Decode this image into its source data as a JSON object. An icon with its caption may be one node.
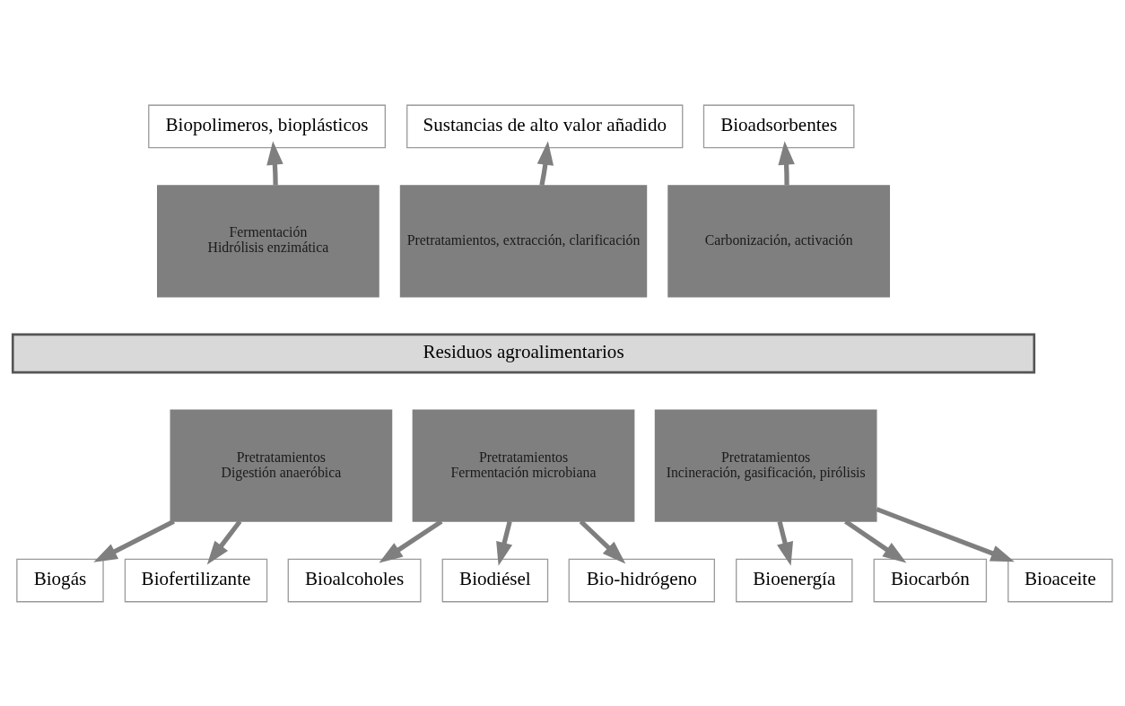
{
  "diagram": {
    "nodes": [
      {
        "text": [
          "Biopolimeros, bioplásticos"
        ]
      },
      {
        "text": [
          "Sustancias de alto valor añadido"
        ]
      },
      {
        "text": [
          "Bioadsorbentes"
        ]
      },
      {
        "text": [
          "Fermentación",
          "Hidrólisis enzimática"
        ]
      },
      {
        "text": [
          "Pretratamientos, extracción, clarificación"
        ]
      },
      {
        "text": [
          "Carbonización, activación"
        ]
      },
      {
        "text": [
          "Residuos agroalimentarios"
        ]
      },
      {
        "text": [
          "Pretratamientos",
          "Digestión anaeróbica"
        ]
      },
      {
        "text": [
          "Pretratamientos",
          "Fermentación microbiana"
        ]
      },
      {
        "text": [
          "Pretratamientos",
          "Incineración, gasificación, pirólisis"
        ]
      },
      {
        "text": [
          "Biogás"
        ]
      },
      {
        "text": [
          "Biofertilizante"
        ]
      },
      {
        "text": [
          "Bioalcoholes"
        ]
      },
      {
        "text": [
          "Biodiésel"
        ]
      },
      {
        "text": [
          "Bio-hidrógeno"
        ]
      },
      {
        "text": [
          "Bioenergía"
        ]
      },
      {
        "text": [
          "Biocarbón"
        ]
      },
      {
        "text": [
          "Bioaceite"
        ]
      }
    ],
    "edges": [
      {
        "from": 3,
        "to": 0,
        "arrow": "to"
      },
      {
        "from": 4,
        "to": 1,
        "arrow": "to"
      },
      {
        "from": 5,
        "to": 2,
        "arrow": "to"
      },
      {
        "from": 7,
        "to": 10,
        "arrow": "to"
      },
      {
        "from": 7,
        "to": 11,
        "arrow": "to"
      },
      {
        "from": 8,
        "to": 12,
        "arrow": "to"
      },
      {
        "from": 8,
        "to": 13,
        "arrow": "to"
      },
      {
        "from": 8,
        "to": 14,
        "arrow": "to"
      },
      {
        "from": 9,
        "to": 15,
        "arrow": "to"
      },
      {
        "from": 9,
        "to": 16,
        "arrow": "to"
      },
      {
        "from": 9,
        "to": 17,
        "arrow": "to"
      }
    ]
  }
}
